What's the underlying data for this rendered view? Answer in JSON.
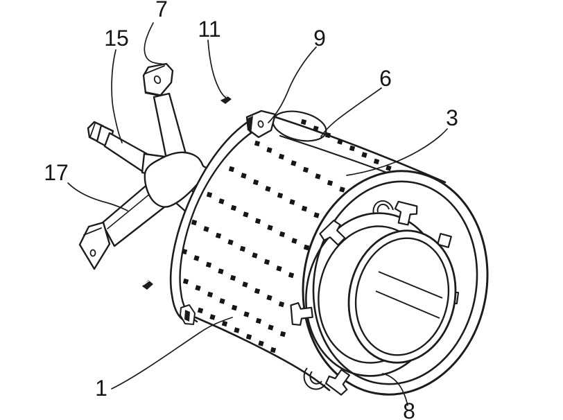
{
  "figure": {
    "colors": {
      "background": "#ffffff",
      "line": "#1c1c1c",
      "perforation": "#161616"
    },
    "reference_numerals": {
      "n1": "1",
      "n3": "3",
      "n6": "6",
      "n7": "7",
      "n8": "8",
      "n9": "9",
      "n11": "11",
      "n15": "15",
      "n17": "17"
    }
  }
}
